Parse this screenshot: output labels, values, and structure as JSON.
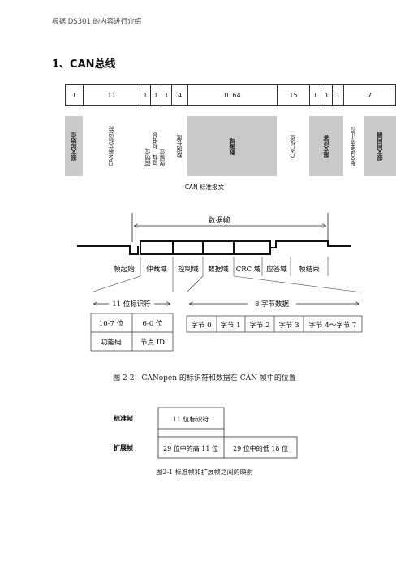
{
  "header": "根据 DS301 的内容进行介绍",
  "heading": "1、CAN总线",
  "frame_table": {
    "cells": [
      {
        "value": "1"
      },
      {
        "value": "11"
      },
      {
        "value": "1"
      },
      {
        "value": "1"
      },
      {
        "value": "1"
      },
      {
        "value": "4"
      },
      {
        "value": "0..64"
      },
      {
        "value": "15"
      },
      {
        "value": "1"
      },
      {
        "value": "1"
      },
      {
        "value": "1"
      },
      {
        "value": "7"
      }
    ],
    "labels": [
      {
        "text": "报文起始位",
        "highlight": true
      },
      {
        "text": "CAN报文标识符",
        "highlight": false
      },
      {
        "text": "控制位、\n远程、标准帧、\n保留位",
        "highlight": false
      },
      {
        "text": "数据长度",
        "highlight": false
      },
      {
        "text": "数据域",
        "highlight": true
      },
      {
        "text": "CRC校验",
        "highlight": false
      },
      {
        "text": "报文应答",
        "highlight": true
      },
      {
        "text": "报文结束停止位",
        "highlight": false
      },
      {
        "text": "报文间间隔",
        "highlight": true
      }
    ],
    "caption": "CAN 标准报文"
  },
  "figure22": {
    "data_frame": "数据帧",
    "fields": [
      "帧起始",
      "仲裁域",
      "控制域",
      "数据域",
      "CRC 域",
      "应答域",
      "帧结束"
    ],
    "id_label": "11 位标识符",
    "id_table": [
      [
        "10-7 位",
        "6-0 位"
      ],
      [
        "功能码",
        "节点 ID"
      ]
    ],
    "data_label": "8 字节数据",
    "bytes": [
      "字节 0",
      "字节 1",
      "字节 2",
      "字节 3",
      "字节 4～字节 7"
    ],
    "caption": "图 2-2　CANopen 的标识符和数据在 CAN 帧中的位置"
  },
  "figure21": {
    "std_label": "标准帧",
    "ext_label": "扩展帧",
    "std_box": "11 位标识符",
    "ext_box1": "29 位中的高 11 位",
    "ext_box2": "29 位中的低 18 位",
    "caption": "图2-1  标准帧和扩展帧之间的映射"
  }
}
